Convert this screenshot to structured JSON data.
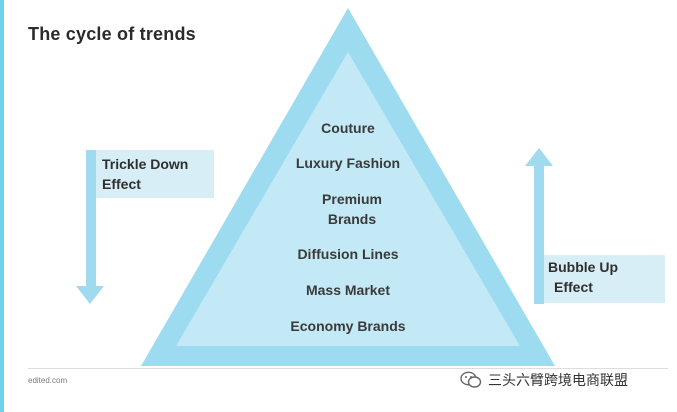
{
  "title": "The cycle of trends",
  "pyramid": {
    "tiers": [
      "Couture",
      "Luxury Fashion",
      "Premium Brands",
      "Diffusion Lines",
      "Mass Market",
      "Economy Brands"
    ]
  },
  "left_label": {
    "line1": "Trickle Down",
    "line2": "Effect"
  },
  "right_label": {
    "line1": "Bubble Up",
    "line2": "Effect"
  },
  "footer": {
    "brand": "edited.com"
  },
  "watermark": {
    "text": "三头六臂跨境电商联盟"
  },
  "colors": {
    "outer_triangle": "#9ddcf0",
    "inner_triangle": "#c3e9f6",
    "arrow": "#9fdaee",
    "label_bg": "#d7eef7",
    "accent_bar": "#6fd0ea"
  }
}
